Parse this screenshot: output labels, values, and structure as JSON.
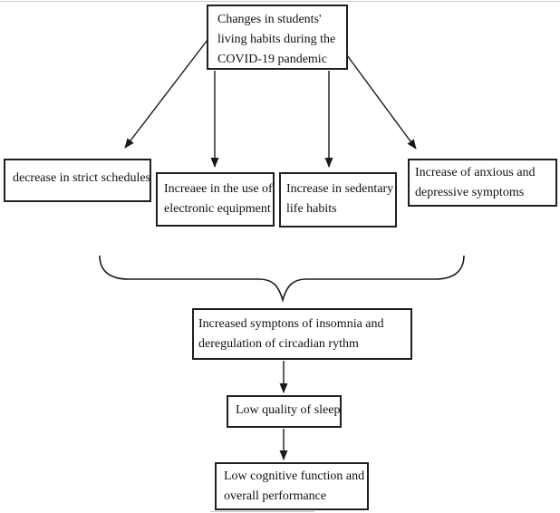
{
  "figure": {
    "type": "flowchart",
    "colors": {
      "line": "#1a1a1a",
      "border": "#1f1f1f",
      "background": "#ffffff",
      "text": "#111111"
    },
    "nodes": {
      "root": {
        "lines": [
          "Changes in students'",
          "living habits during the",
          "COVID-19 pandemic"
        ]
      },
      "schedules": {
        "lines": [
          "decrease in strict schedules"
        ]
      },
      "electronic": {
        "lines": [
          "Increaee in the use of",
          "electronic equipment"
        ]
      },
      "sedentary": {
        "lines": [
          "Increase in sedentary",
          "life habits"
        ]
      },
      "anxious": {
        "lines": [
          "Increase of anxious and",
          "depressive symptoms"
        ]
      },
      "insomnia": {
        "lines": [
          "Increased symptons of insomnia and",
          "deregulation of circadian rythm"
        ]
      },
      "sleep": {
        "lines": [
          "Low quality of sleep"
        ]
      },
      "cognitive": {
        "lines": [
          "Low cognitive function and",
          "overall performance"
        ]
      }
    }
  }
}
